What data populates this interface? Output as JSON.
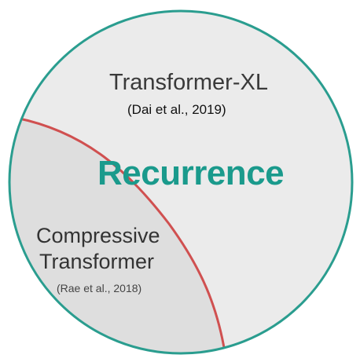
{
  "diagram": {
    "outer_region": {
      "title": "Transformer-XL",
      "citation": "(Dai et al., 2019)",
      "fill_color": "#ebebeb",
      "border_color": "#2a9d8f"
    },
    "center_label": "Recurrence",
    "center_label_color": "#1a9a8c",
    "inner_region": {
      "title_line1": "Compressive",
      "title_line2": "Transformer",
      "citation": "(Rae et al., 2018)",
      "fill_color": "#dedede",
      "boundary_color": "#d05050"
    }
  }
}
